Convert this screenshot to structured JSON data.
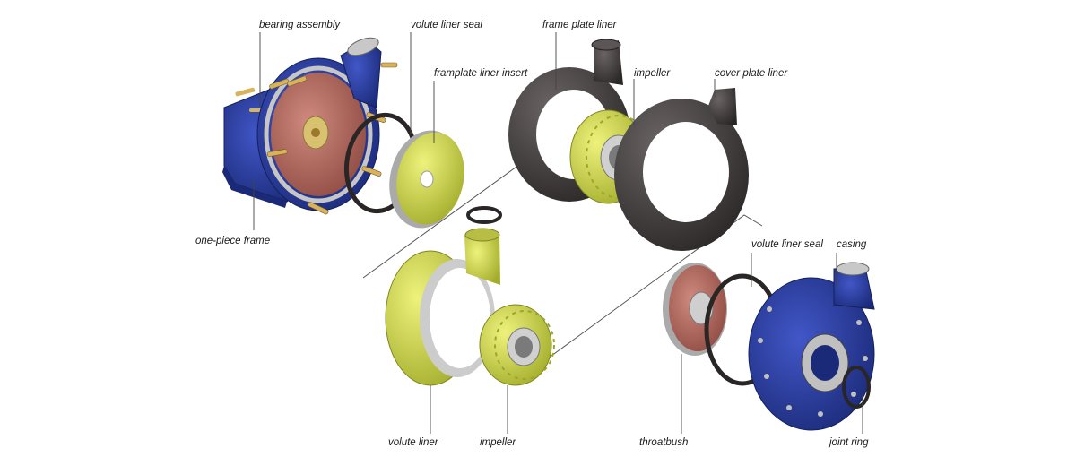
{
  "labels": {
    "bearing_assembly": "bearing assembly",
    "volute_liner_seal_top": "volute liner seal",
    "framplate_liner_insert": "framplate liner insert",
    "frame_plate_liner": "frame plate liner",
    "impeller_top": "impeller",
    "cover_plate_liner": "cover plate liner",
    "one_piece_frame": "one-piece frame",
    "volute_liner_seal_bottom": "volute liner seal",
    "casing": "casing",
    "volute_liner": "volute liner",
    "impeller_bottom": "impeller",
    "throatbush": "throatbush",
    "joint_ring": "joint ring"
  },
  "colors": {
    "blue": "#2c40a8",
    "blue_dark": "#1b2a78",
    "red_liner": "#b4685e",
    "yellow": "#d9e05a",
    "yellow_dark": "#a9b232",
    "rubber": "#3a3636",
    "rubber_light": "#5b5555",
    "gray": "#b8b8b8",
    "leader": "#444444"
  }
}
